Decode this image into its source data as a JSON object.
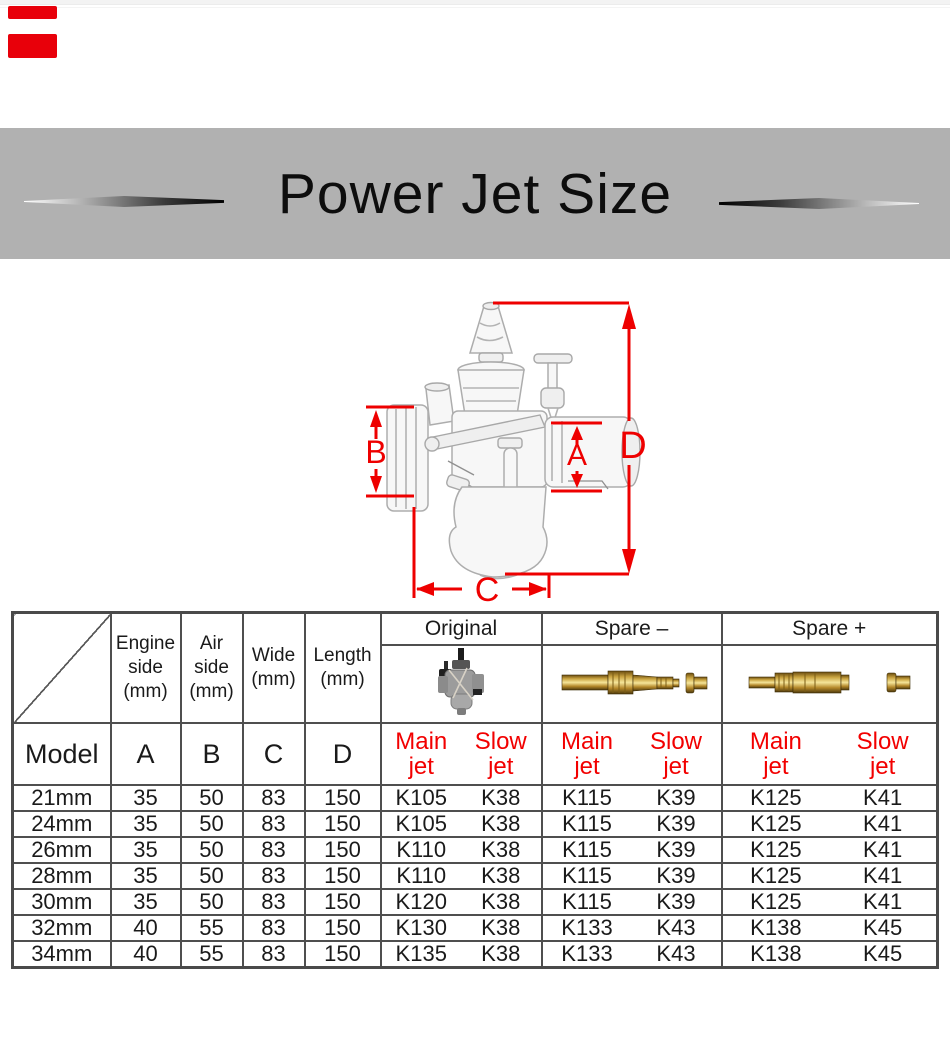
{
  "colors": {
    "accent_red": "#ee0000",
    "table_red": "#f20000",
    "banner_bg": "#b1b1b1",
    "table_border": "#4f4f4f",
    "sticker_red": "#e8000a",
    "brass": "#caa440"
  },
  "banner": {
    "title": "Power Jet Size"
  },
  "diagram": {
    "subject": "carburetor-line-drawing",
    "dim_a": "A",
    "dim_b": "B",
    "dim_c": "C",
    "dim_d": "D"
  },
  "table": {
    "dim_headers": [
      "Engine side (mm)",
      "Air side (mm)",
      "Wide (mm)",
      "Length (mm)"
    ],
    "sections": [
      {
        "title": "Original",
        "photo": "carburetor-photo"
      },
      {
        "title": "Spare –",
        "photo": "brass-jets-photo"
      },
      {
        "title": "Spare +",
        "photo": "brass-jets-photo"
      }
    ],
    "label_row": {
      "model": "Model",
      "a": "A",
      "b": "B",
      "c": "C",
      "d": "D",
      "main": "Main jet",
      "slow": "Slow jet"
    },
    "rows": [
      {
        "model": "21mm",
        "a": "35",
        "b": "50",
        "c": "83",
        "d": "150",
        "original": {
          "main": "K105",
          "slow": "K38"
        },
        "spare_minus": {
          "main": "K115",
          "slow": "K39"
        },
        "spare_plus": {
          "main": "K125",
          "slow": "K41"
        }
      },
      {
        "model": "24mm",
        "a": "35",
        "b": "50",
        "c": "83",
        "d": "150",
        "original": {
          "main": "K105",
          "slow": "K38"
        },
        "spare_minus": {
          "main": "K115",
          "slow": "K39"
        },
        "spare_plus": {
          "main": "K125",
          "slow": "K41"
        }
      },
      {
        "model": "26mm",
        "a": "35",
        "b": "50",
        "c": "83",
        "d": "150",
        "original": {
          "main": "K110",
          "slow": "K38"
        },
        "spare_minus": {
          "main": "K115",
          "slow": "K39"
        },
        "spare_plus": {
          "main": "K125",
          "slow": "K41"
        }
      },
      {
        "model": "28mm",
        "a": "35",
        "b": "50",
        "c": "83",
        "d": "150",
        "original": {
          "main": "K110",
          "slow": "K38"
        },
        "spare_minus": {
          "main": "K115",
          "slow": "K39"
        },
        "spare_plus": {
          "main": "K125",
          "slow": "K41"
        }
      },
      {
        "model": "30mm",
        "a": "35",
        "b": "50",
        "c": "83",
        "d": "150",
        "original": {
          "main": "K120",
          "slow": "K38"
        },
        "spare_minus": {
          "main": "K115",
          "slow": "K39"
        },
        "spare_plus": {
          "main": "K125",
          "slow": "K41"
        }
      },
      {
        "model": "32mm",
        "a": "40",
        "b": "55",
        "c": "83",
        "d": "150",
        "original": {
          "main": "K130",
          "slow": "K38"
        },
        "spare_minus": {
          "main": "K133",
          "slow": "K43"
        },
        "spare_plus": {
          "main": "K138",
          "slow": "K45"
        }
      },
      {
        "model": "34mm",
        "a": "40",
        "b": "55",
        "c": "83",
        "d": "150",
        "original": {
          "main": "K135",
          "slow": "K38"
        },
        "spare_minus": {
          "main": "K133",
          "slow": "K43"
        },
        "spare_plus": {
          "main": "K138",
          "slow": "K45"
        }
      }
    ]
  }
}
